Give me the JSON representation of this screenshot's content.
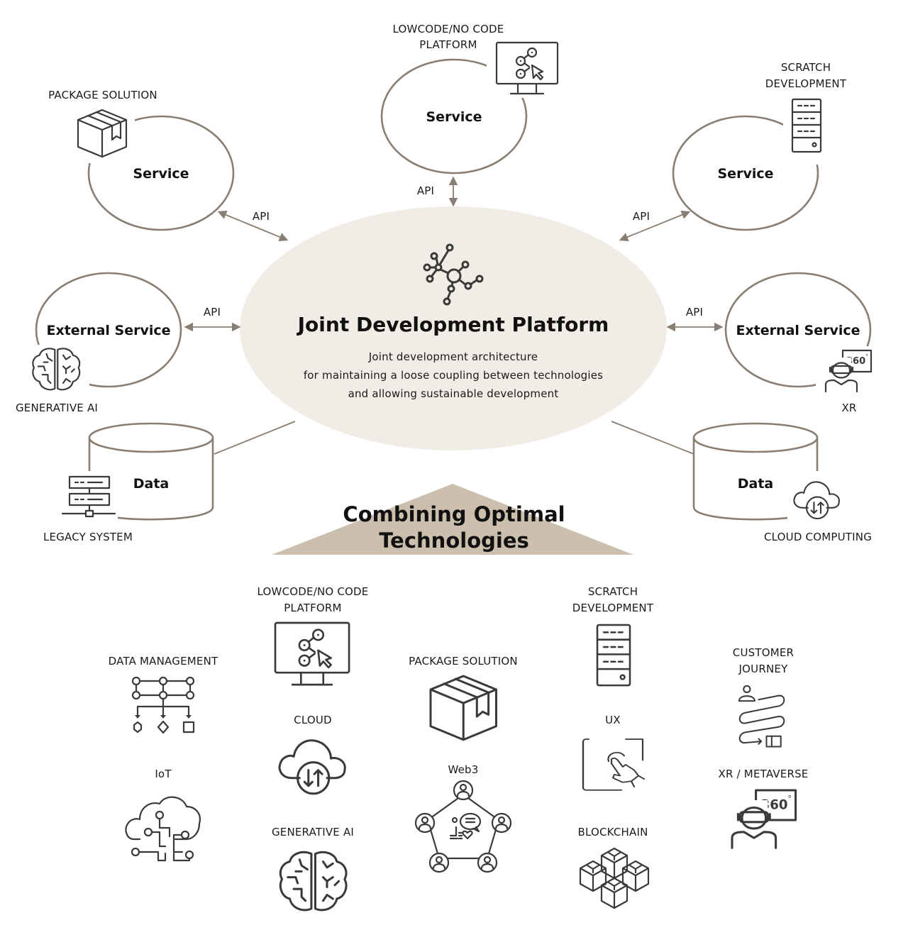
{
  "colors": {
    "platform_fill": "#f1ece6",
    "ring_stroke": "#8a7d72",
    "arrow": "#8a7d72",
    "triangle_fill": "#cdbfae",
    "icon_stroke": "#3a3a3a"
  },
  "platform": {
    "title": "Joint Development Platform",
    "description": [
      "Joint development architecture",
      "for maintaining a loose coupling between technologies",
      "and allowing sustainable development"
    ],
    "icon": "network-hub-icon"
  },
  "nodes": [
    {
      "id": "service-top-left",
      "label": "Service",
      "tech": "PACKAGE SOLUTION",
      "tech_lines": [
        "PACKAGE SOLUTION"
      ],
      "icon": "package-box-icon",
      "connection": "API"
    },
    {
      "id": "service-top",
      "label": "Service",
      "tech": "LOWCODE/NO CODE PLATFORM",
      "tech_lines": [
        "LOWCODE/NO CODE",
        "PLATFORM"
      ],
      "icon": "monitor-flow-icon",
      "connection": "API"
    },
    {
      "id": "service-top-right",
      "label": "Service",
      "tech": "SCRATCH DEVELOPMENT",
      "tech_lines": [
        "SCRATCH",
        "DEVELOPMENT"
      ],
      "icon": "server-rack-icon",
      "connection": "API"
    },
    {
      "id": "external-left",
      "label": "External Service",
      "tech": "GENERATIVE AI",
      "tech_lines": [
        "GENERATIVE AI"
      ],
      "icon": "brain-icon",
      "connection": "API"
    },
    {
      "id": "external-right",
      "label": "External Service",
      "tech": "XR",
      "tech_lines": [
        "XR"
      ],
      "icon": "vr-headset-360-icon",
      "connection": "API"
    },
    {
      "id": "data-left",
      "label": "Data",
      "tech": "LEGACY SYSTEM",
      "tech_lines": [
        "LEGACY SYSTEM"
      ],
      "icon": "legacy-server-icon",
      "connection": ""
    },
    {
      "id": "data-right",
      "label": "Data",
      "tech": "CLOUD COMPUTING",
      "tech_lines": [
        "CLOUD COMPUTING"
      ],
      "icon": "cloud-transfer-icon",
      "connection": ""
    }
  ],
  "section": {
    "title_lines": [
      "Combining Optimal",
      "Technologies"
    ]
  },
  "technologies": [
    {
      "label_lines": [
        "LOWCODE/NO CODE",
        "PLATFORM"
      ],
      "icon": "monitor-flow-icon"
    },
    {
      "label_lines": [
        "SCRATCH",
        "DEVELOPMENT"
      ],
      "icon": "server-rack-icon"
    },
    {
      "label_lines": [
        "DATA MANAGEMENT"
      ],
      "icon": "data-management-icon"
    },
    {
      "label_lines": [
        "PACKAGE SOLUTION"
      ],
      "icon": "package-box-icon"
    },
    {
      "label_lines": [
        "CUSTOMER",
        "JOURNEY"
      ],
      "icon": "customer-journey-icon"
    },
    {
      "label_lines": [
        "CLOUD"
      ],
      "icon": "cloud-transfer-icon"
    },
    {
      "label_lines": [
        "UX"
      ],
      "icon": "touch-screen-icon"
    },
    {
      "label_lines": [
        "IoT"
      ],
      "icon": "iot-cloud-icon"
    },
    {
      "label_lines": [
        "Web3"
      ],
      "icon": "web3-network-icon"
    },
    {
      "label_lines": [
        "XR / METAVERSE"
      ],
      "icon": "vr-headset-360-icon"
    },
    {
      "label_lines": [
        "GENERATIVE AI"
      ],
      "icon": "brain-icon"
    },
    {
      "label_lines": [
        "BLOCKCHAIN"
      ],
      "icon": "blockchain-cubes-icon"
    }
  ]
}
